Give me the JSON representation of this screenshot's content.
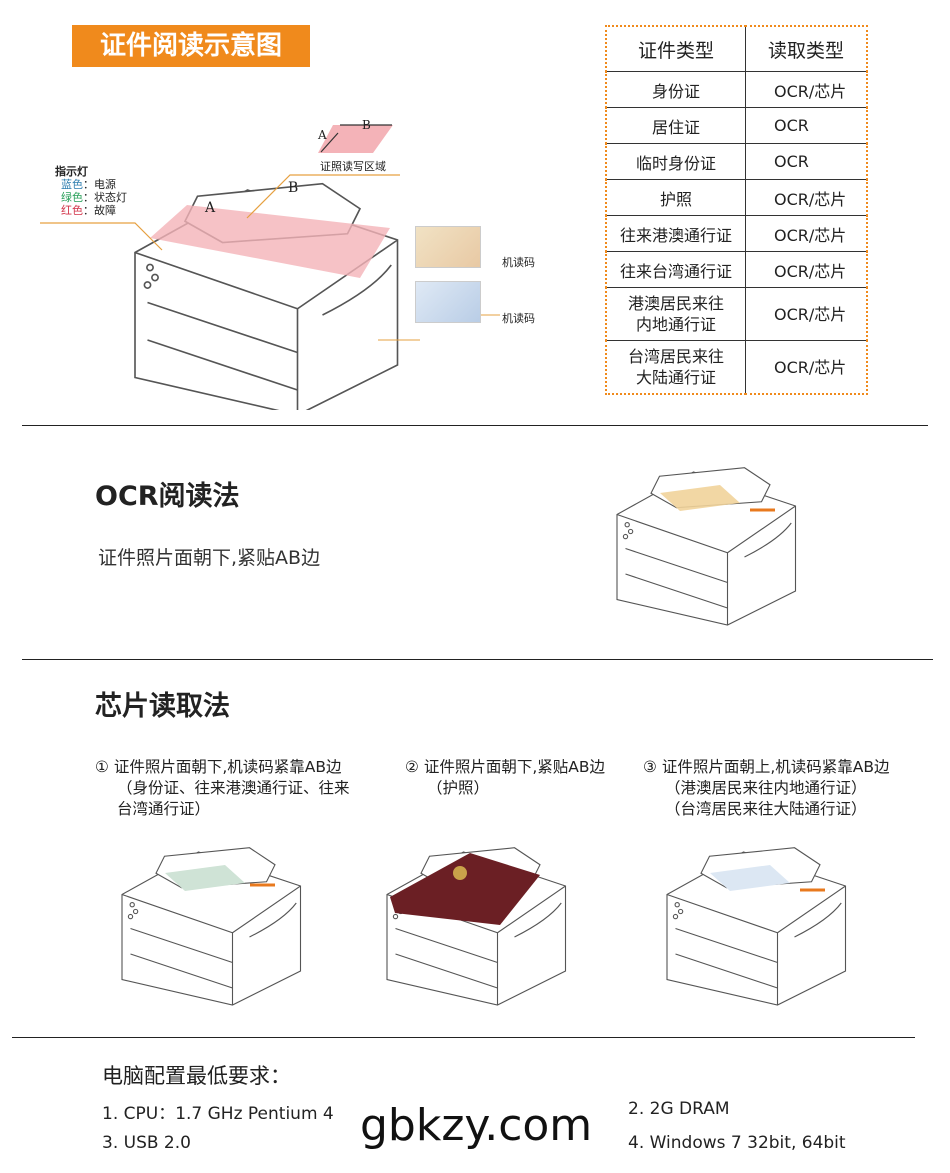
{
  "header": {
    "title": "证件阅读示意图"
  },
  "diagram": {
    "indicator_title": "指示灯",
    "indicators": [
      {
        "color_name": "蓝色",
        "desc": "：电源",
        "color": "#2f7fb0"
      },
      {
        "color_name": "绿色",
        "desc": "：状态灯",
        "color": "#2aa05a"
      },
      {
        "color_name": "红色",
        "desc": "：故障",
        "color": "#d2344a"
      }
    ],
    "area_label": "证照读写区域",
    "edge_a": "A",
    "edge_b": "B",
    "mrz_label": "机读码"
  },
  "table": {
    "headers": [
      "证件类型",
      "读取类型"
    ],
    "rows": [
      [
        "身份证",
        "OCR/芯片"
      ],
      [
        "居住证",
        "OCR"
      ],
      [
        "临时身份证",
        "OCR"
      ],
      [
        "护照",
        "OCR/芯片"
      ],
      [
        "往来港澳通行证",
        "OCR/芯片"
      ],
      [
        "往来台湾通行证",
        "OCR/芯片"
      ]
    ],
    "tall_rows": [
      [
        "港澳居民来往",
        "内地通行证",
        "OCR/芯片"
      ],
      [
        "台湾居民来往",
        "大陆通行证",
        "OCR/芯片"
      ]
    ]
  },
  "ocr": {
    "title": "OCR阅读法",
    "desc": "证件照片面朝下,紧贴AB边"
  },
  "chip": {
    "title": "芯片读取法",
    "steps": [
      {
        "lines": [
          "① 证件照片面朝下,机读码紧靠AB边",
          "（身份证、往来港澳通行证、往来",
          "台湾通行证）"
        ]
      },
      {
        "lines": [
          "② 证件照片面朝下,紧贴AB边",
          "（护照）"
        ]
      },
      {
        "lines": [
          "③ 证件照片面朝上,机读码紧靠AB边",
          "（港澳居民来往内地通行证）",
          "（台湾居民来往大陆通行证）"
        ]
      }
    ]
  },
  "requirements": {
    "title": "电脑配置最低要求：",
    "items": [
      "1. CPU：1.7 GHz Pentium 4",
      "2. 2G DRAM",
      "3.  USB 2.0",
      "4.  Windows 7 32bit, 64bit"
    ]
  },
  "watermark": "gbkzy.com"
}
